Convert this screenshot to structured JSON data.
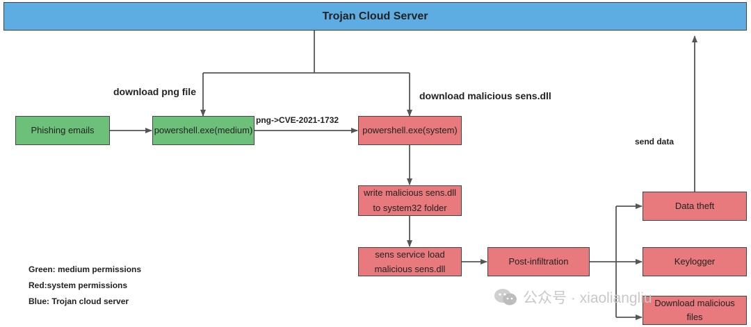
{
  "diagram": {
    "server": "Trojan Cloud Server",
    "nodes": {
      "phishing": "Phishing emails",
      "ps_medium": "powershell.exe(medium)",
      "ps_system": "powershell.exe(system)",
      "write_dll_1": "write malicious sens.dll",
      "write_dll_2": "to system32 folder",
      "sens_load_1": "sens service load",
      "sens_load_2": "malicious sens.dll",
      "post_infiltration": "Post-infiltration",
      "data_theft": "Data theft",
      "keylogger": "Keylogger",
      "download_files_1": "Download malicious",
      "download_files_2": "files"
    },
    "edge_labels": {
      "download_png": "download png file",
      "download_dll": "download malicious sens.dll",
      "cve": "png->CVE-2021-1732",
      "send_data": "send data"
    },
    "legend": {
      "green": "Green: medium permissions",
      "red": "Red:system permissions",
      "blue": "Blue: Trojan cloud server"
    },
    "colors": {
      "green": "#6cc07a",
      "red": "#e8797c",
      "blue": "#5dade2"
    }
  },
  "watermark": {
    "icon": "wechat-icon",
    "text": "公众号 · xiaoliangliu"
  }
}
